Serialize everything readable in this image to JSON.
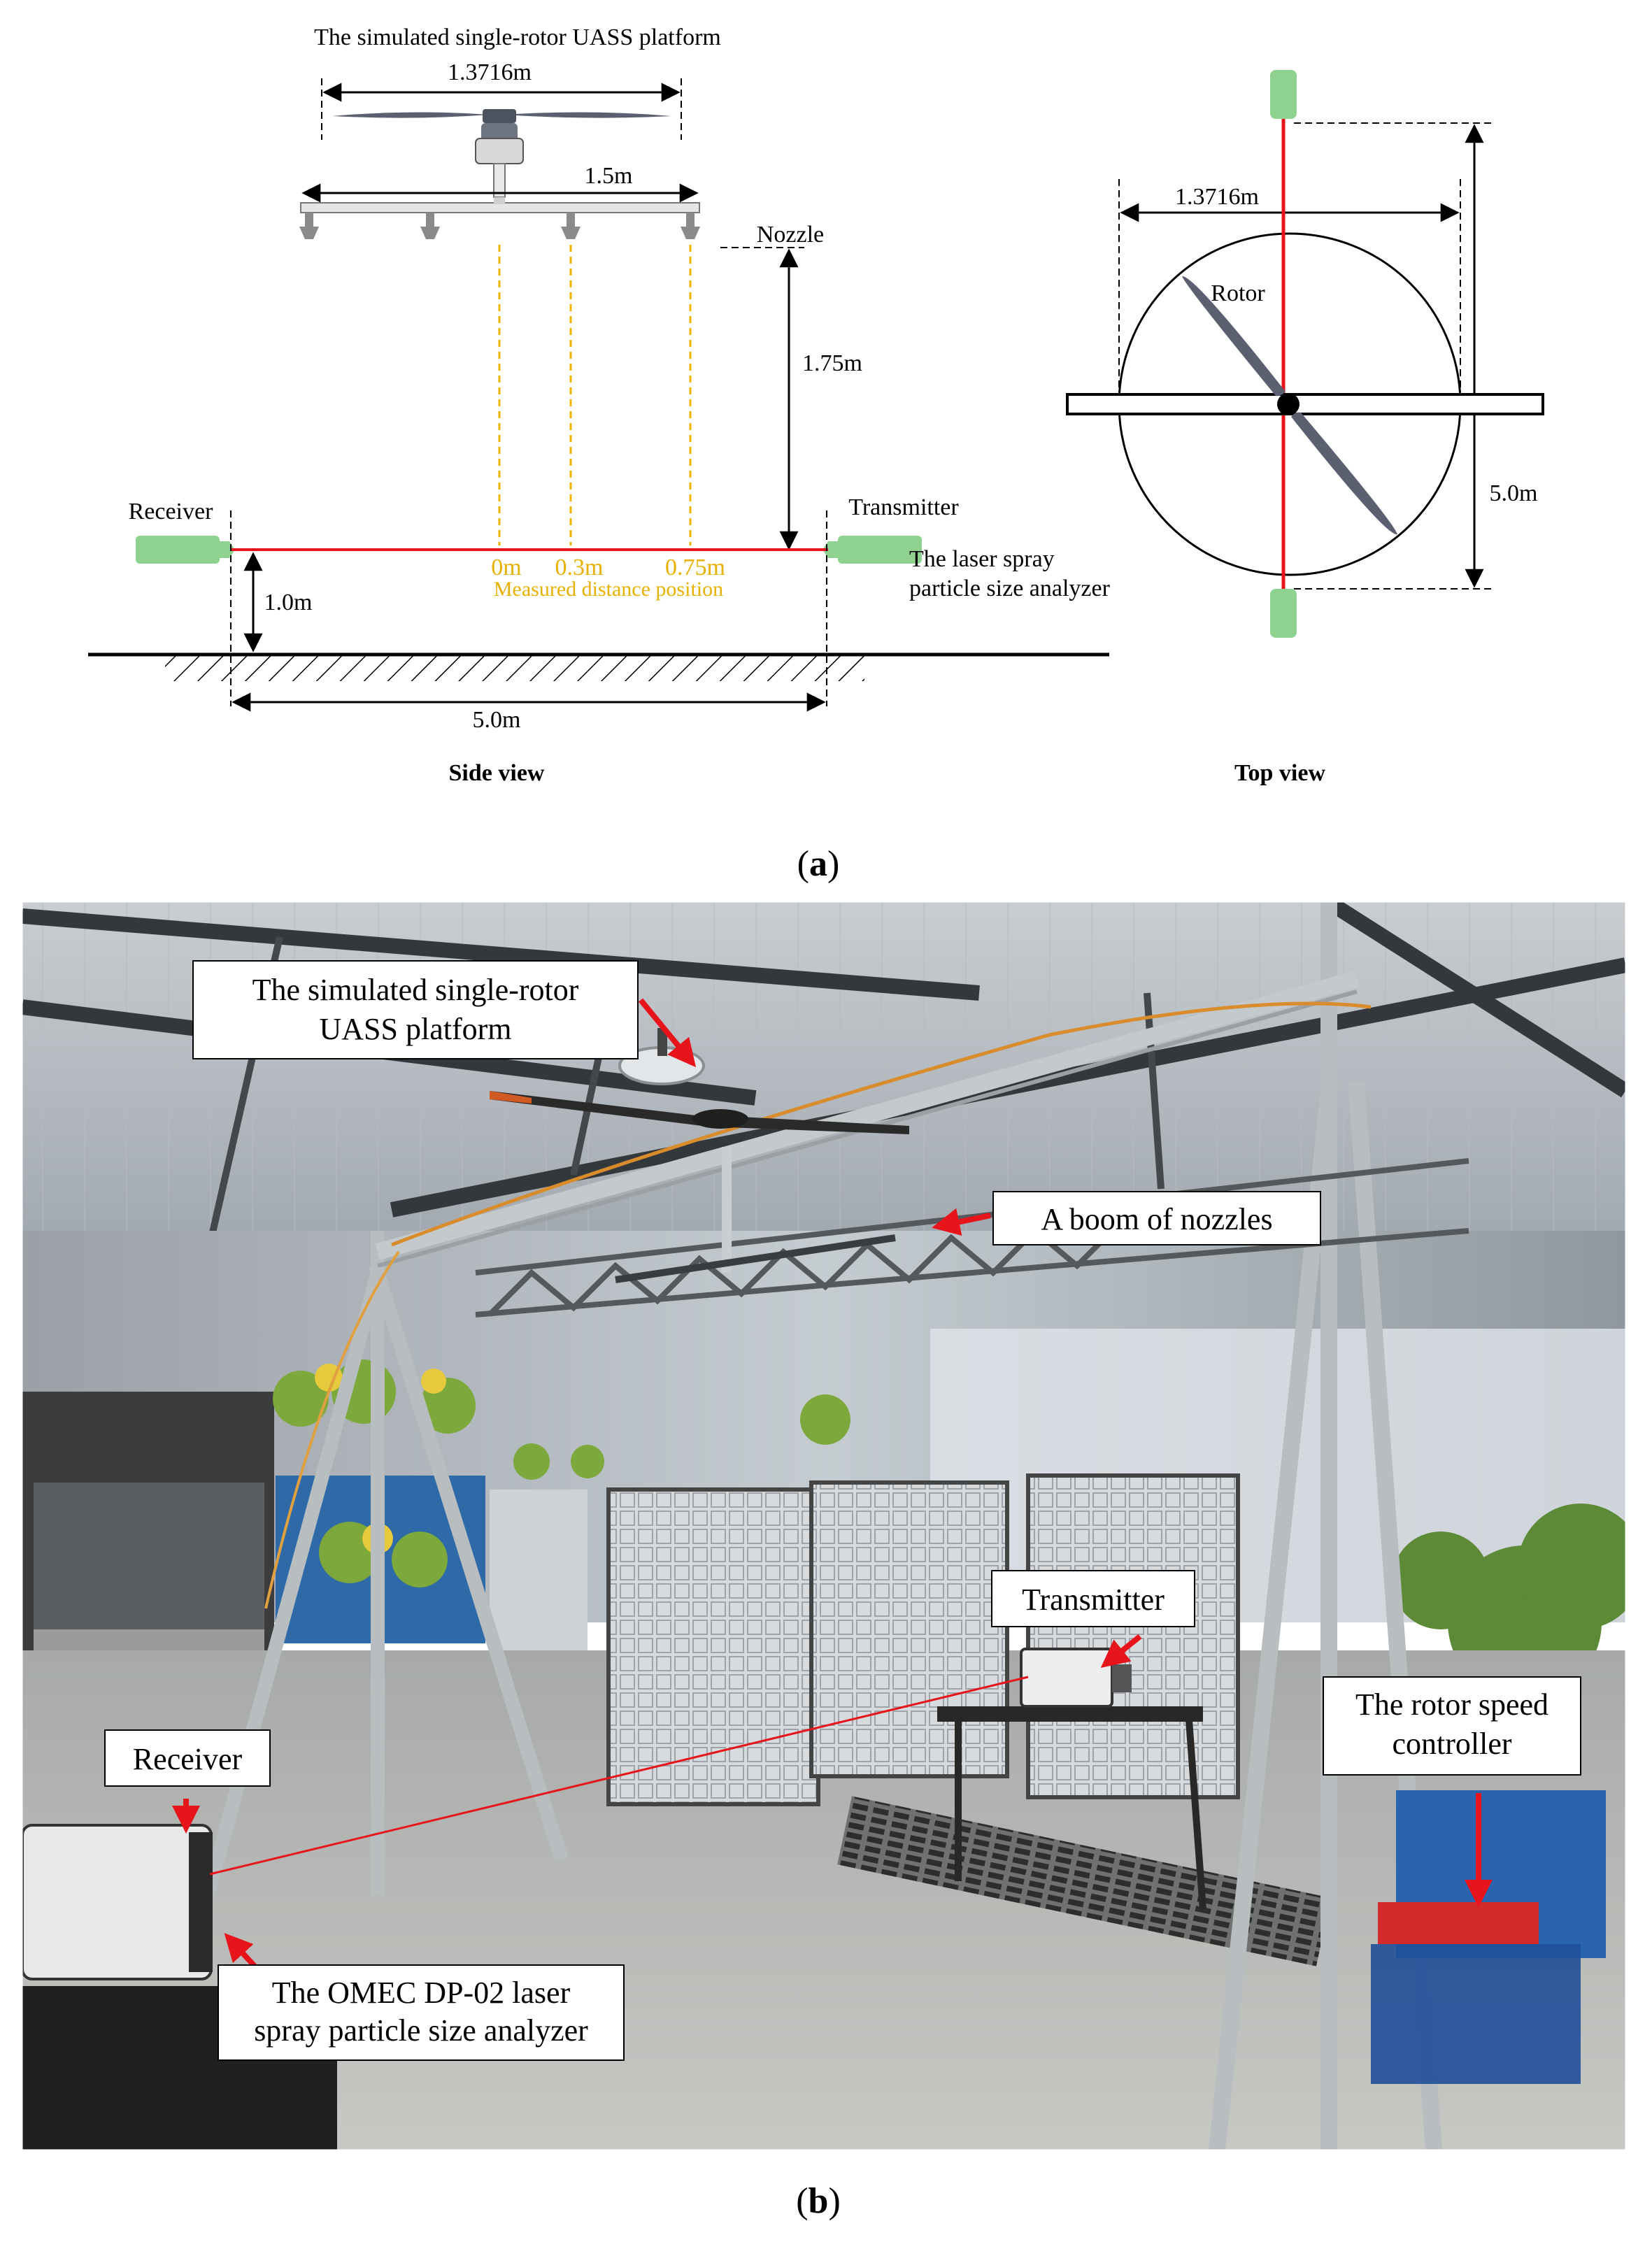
{
  "figure_a": {
    "side_view": {
      "platform_title": "The simulated single-rotor UASS platform",
      "rotor_span_label": "1.3716m",
      "boom_length_label": "1.5m",
      "nozzle_label": "Nozzle",
      "nozzle_height_label": "1.75m",
      "receiver_label": "Receiver",
      "transmitter_label": "Transmitter",
      "analyzer_label_line1": "The laser spray",
      "analyzer_label_line2": "particle size analyzer",
      "position_0": "0m",
      "position_1": "0.3m",
      "position_2": "0.75m",
      "measured_position_label": "Measured distance position",
      "laser_height_label": "1.0m",
      "span_label": "5.0m",
      "view_title": "Side view"
    },
    "top_view": {
      "rotor_span_label": "1.3716m",
      "rotor_label": "Rotor",
      "span_label": "5.0m",
      "view_title": "Top view"
    },
    "caption_letter": "a"
  },
  "figure_b": {
    "labels": {
      "platform_line1": "The simulated single-rotor",
      "platform_line2": "UASS platform",
      "boom": "A boom of nozzles",
      "transmitter": "Transmitter",
      "receiver": "Receiver",
      "controller_line1": "The rotor speed",
      "controller_line2": "controller",
      "analyzer_line1": "The OMEC DP-02 laser",
      "analyzer_line2": "spray particle size analyzer"
    },
    "caption_letter": "b"
  },
  "colors": {
    "laser_red": "#e8141b",
    "device_green": "#8fd28f",
    "measurement_yellow": "#f0b400",
    "propeller_gray": "#5a6070"
  }
}
